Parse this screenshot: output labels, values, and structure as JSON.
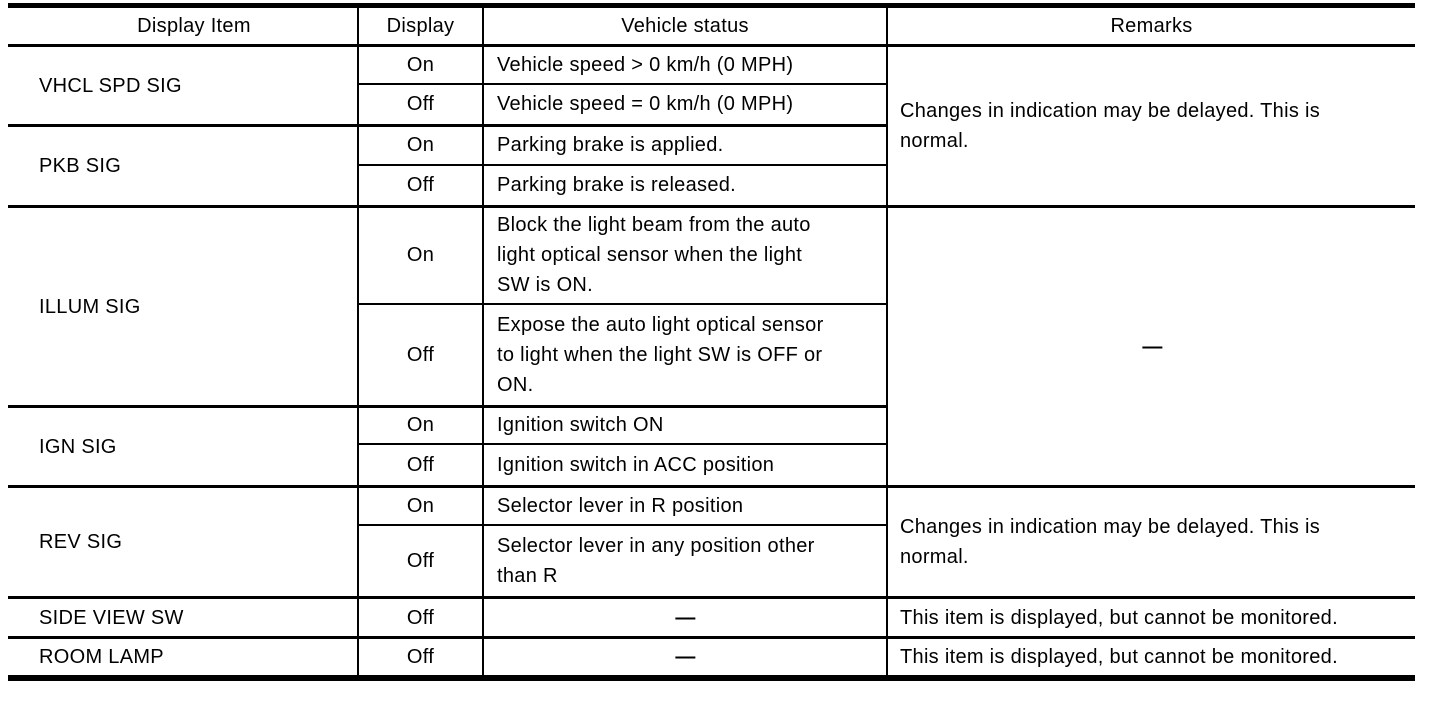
{
  "table": {
    "headers": {
      "display_item": "Display Item",
      "display": "Display",
      "vehicle_status": "Vehicle status",
      "remarks": "Remarks"
    },
    "groups": [
      {
        "item": "VHCL SPD SIG",
        "rows": [
          {
            "display": "On",
            "status": "Vehicle speed > 0 km/h (0 MPH)"
          },
          {
            "display": "Off",
            "status": "Vehicle speed = 0 km/h (0 MPH)"
          }
        ]
      },
      {
        "item": "PKB SIG",
        "rows": [
          {
            "display": "On",
            "status": "Parking brake is applied."
          },
          {
            "display": "Off",
            "status": "Parking brake is released."
          }
        ]
      },
      {
        "item": "ILLUM SIG",
        "rows": [
          {
            "display": "On",
            "status": "Block the light beam from the auto\nlight optical sensor when the light\nSW is ON."
          },
          {
            "display": "Off",
            "status": "Expose the auto light optical sensor\nto light when the light SW is OFF or\nON."
          }
        ]
      },
      {
        "item": "IGN SIG",
        "rows": [
          {
            "display": "On",
            "status": "Ignition switch ON"
          },
          {
            "display": "Off",
            "status": "Ignition switch in ACC position"
          }
        ]
      },
      {
        "item": "REV SIG",
        "rows": [
          {
            "display": "On",
            "status": "Selector lever in R position"
          },
          {
            "display": "Off",
            "status": "Selector lever in any position other\nthan R"
          }
        ]
      },
      {
        "item": "SIDE VIEW SW",
        "rows": [
          {
            "display": "Off",
            "status": "—"
          }
        ]
      },
      {
        "item": "ROOM LAMP",
        "rows": [
          {
            "display": "Off",
            "status": "—"
          }
        ]
      }
    ],
    "remarks": [
      {
        "text": "Changes in indication may be delayed. This is\nnormal."
      },
      {
        "text": "—"
      },
      {
        "text": "Changes in indication may be delayed. This is\nnormal."
      },
      {
        "text": "This item is displayed, but cannot be monitored."
      },
      {
        "text": "This item is displayed, but cannot be monitored."
      }
    ]
  },
  "colors": {
    "border": "#000000",
    "text": "#000000",
    "background": "#ffffff"
  }
}
